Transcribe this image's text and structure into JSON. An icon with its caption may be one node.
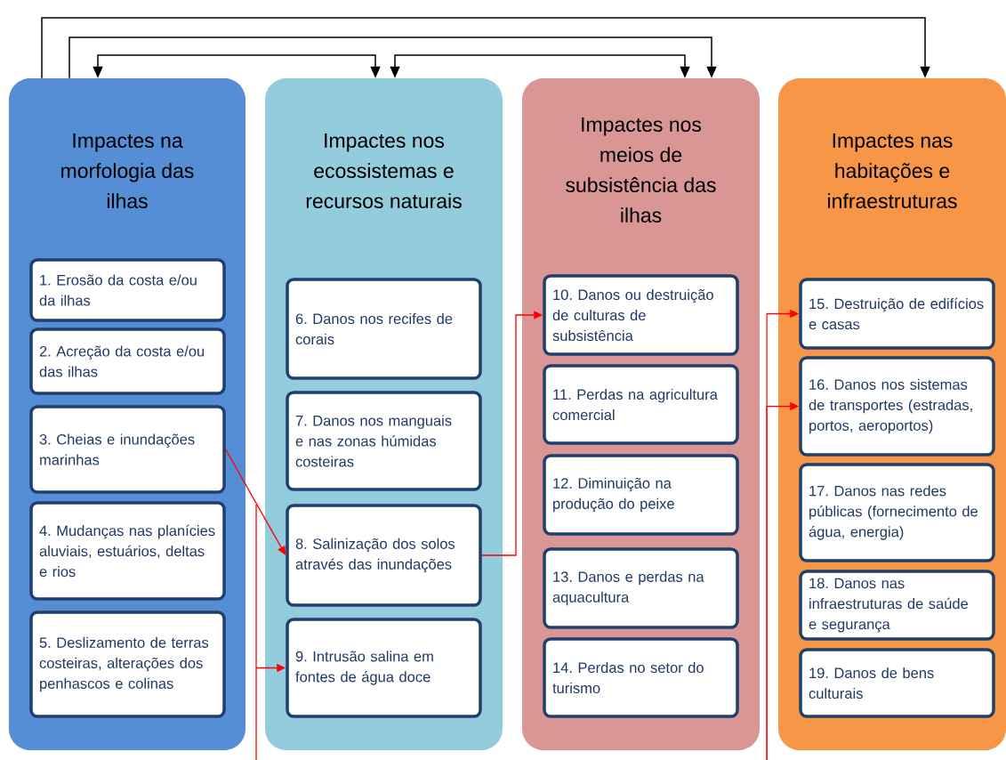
{
  "diagram": {
    "nodes": [
      {
        "text": [
          "Impactes na morfologia das ilhas"
        ]
      },
      {
        "text": [
          "1. Erosão da costa e/ou da ilhas"
        ],
        "in": 0
      },
      {
        "text": [
          "2. Acreção da costa e/ou das ilhas"
        ],
        "in": 0
      },
      {
        "text": [
          "3. Cheias e inundações marinhas"
        ],
        "in": 0
      },
      {
        "text": [
          "4. Mudanças nas planícies aluviais, estuários, deltas e rios"
        ],
        "in": 0
      },
      {
        "text": [
          "5. Deslizamento de terras costeiras, alterações dos penhascos e colinas"
        ],
        "in": 0
      },
      {
        "text": [
          "Impactes nos ecossistemas e recursos naturais"
        ]
      },
      {
        "text": [
          "6. Danos nos recifes de corais"
        ],
        "in": 6
      },
      {
        "text": [
          "7. Danos nos manguais e nas zonas húmidas costeiras"
        ],
        "in": 6
      },
      {
        "text": [
          "8. Salinização dos solos através das inundações"
        ],
        "in": 6
      },
      {
        "text": [
          "9. Intrusão salina  em fontes de água doce"
        ],
        "in": 6
      },
      {
        "text": [
          "Impactes nos meios de subsistência das ilhas"
        ]
      },
      {
        "text": [
          "10. Danos ou destruição de culturas de subsistência"
        ],
        "in": 11
      },
      {
        "text": [
          "11. Perdas na agricultura comercial"
        ],
        "in": 11
      },
      {
        "text": [
          "12. Diminuição na produção do peixe"
        ],
        "in": 11
      },
      {
        "text": [
          "13. Danos e perdas na aquacultura"
        ],
        "in": 11
      },
      {
        "text": [
          "14. Perdas no setor do turismo"
        ],
        "in": 11
      },
      {
        "text": [
          "Impactes nas habitações e infraestruturas"
        ]
      },
      {
        "text": [
          "15. Destruição de edifícios e casas"
        ],
        "in": 17
      },
      {
        "text": [
          "16. Danos nos sistemas de transportes (estradas, portos, aeroportos)"
        ],
        "in": 17
      },
      {
        "text": [
          "17. Danos nas redes públicas (fornecimento de água, energia)"
        ],
        "in": 17
      },
      {
        "text": [
          "18. Danos nas infraestruturas de saúde e segurança"
        ],
        "in": 17
      },
      {
        "text": [
          "19. Danos de bens culturais"
        ],
        "in": 17
      }
    ],
    "edges": [
      {
        "from": 0,
        "to": 17,
        "arrow": "to",
        "color": "#000000"
      },
      {
        "from": 0,
        "to": 11,
        "arrow": "to",
        "color": "#000000"
      },
      {
        "from": 0,
        "to": 6,
        "arrow": "both",
        "color": "#000000"
      },
      {
        "from": 6,
        "to": 11,
        "arrow": "both",
        "color": "#000000"
      },
      {
        "from": 3,
        "to": 9,
        "arrow": "to"
      },
      {
        "from": 9,
        "to": 12,
        "arrow": "to"
      },
      {
        "from": null,
        "to": 10,
        "arrow": "to"
      },
      {
        "from": null,
        "to": 18,
        "arrow": "to"
      },
      {
        "from": null,
        "to": 19,
        "arrow": "to"
      }
    ]
  }
}
